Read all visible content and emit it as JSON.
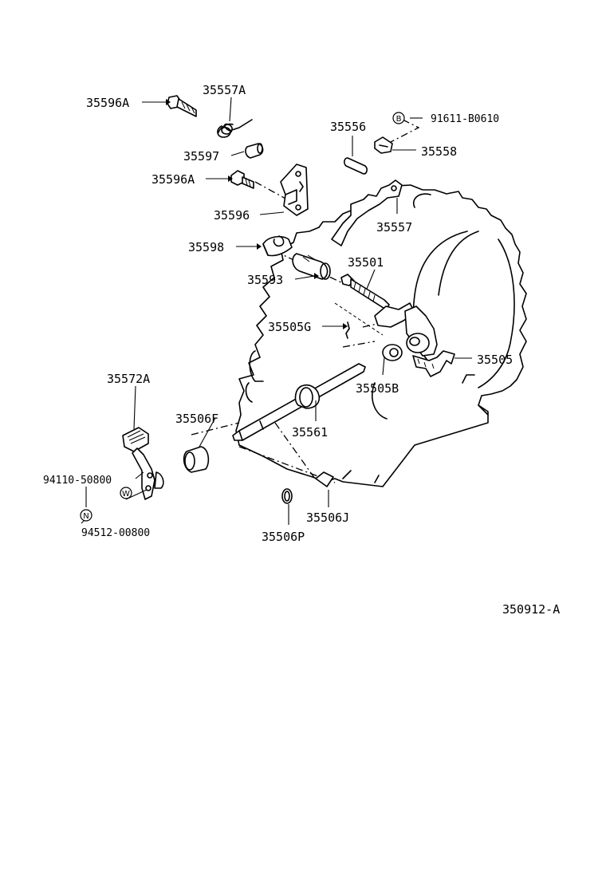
{
  "labels": {
    "l_35596A_top": "35596A",
    "l_35557A": "35557A",
    "l_35597": "35597",
    "l_35596A_mid": "35596A",
    "l_35596": "35596",
    "l_35598": "35598",
    "l_35593": "35593",
    "l_35505G": "35505G",
    "l_35556": "35556",
    "l_91611": "91611-B0610",
    "l_35558": "35558",
    "l_35557": "35557",
    "l_35501": "35501",
    "l_35505": "35505",
    "l_35505B": "35505B",
    "l_35572A": "35572A",
    "l_35506F": "35506F",
    "l_35561": "35561",
    "l_94110": "94110-50800",
    "l_94512": "94512-00800",
    "l_35506J": "35506J",
    "l_35506P": "35506P"
  },
  "badges": {
    "b_91611": "B",
    "b_94110": "N",
    "b_94512": "W"
  },
  "figure_code": "350912-A"
}
